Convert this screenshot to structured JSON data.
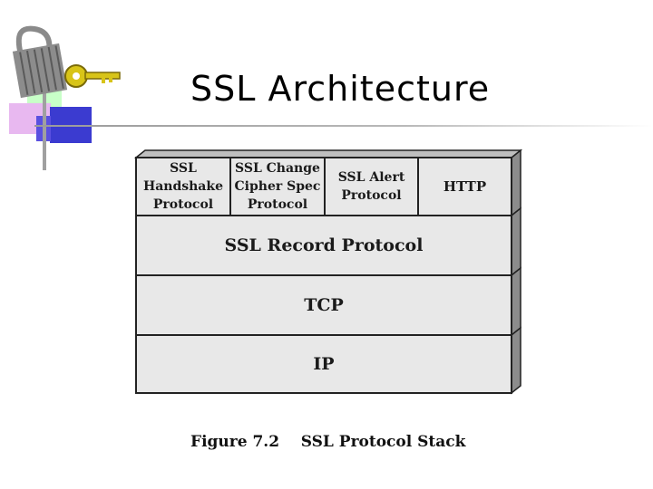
{
  "slide": {
    "title": "SSL Architecture"
  },
  "figure": {
    "top_row": [
      "SSL\nHandshake\nProtocol",
      "SSL Change\nCipher Spec\nProtocol",
      "SSL Alert\nProtocol",
      "HTTP"
    ],
    "layers": [
      "SSL Record Protocol",
      "TCP",
      "IP"
    ],
    "caption_number": "Figure 7.2",
    "caption_text": "SSL Protocol Stack"
  },
  "colors": {
    "box_fill": "#e8e8e8",
    "box_border": "#222222",
    "side_shade": "#8c8c8c",
    "deco_purple": "#3b3bd0",
    "deco_pink": "#e8b8f0",
    "deco_green": "#c8ffc8",
    "key_gold": "#d8c418"
  }
}
